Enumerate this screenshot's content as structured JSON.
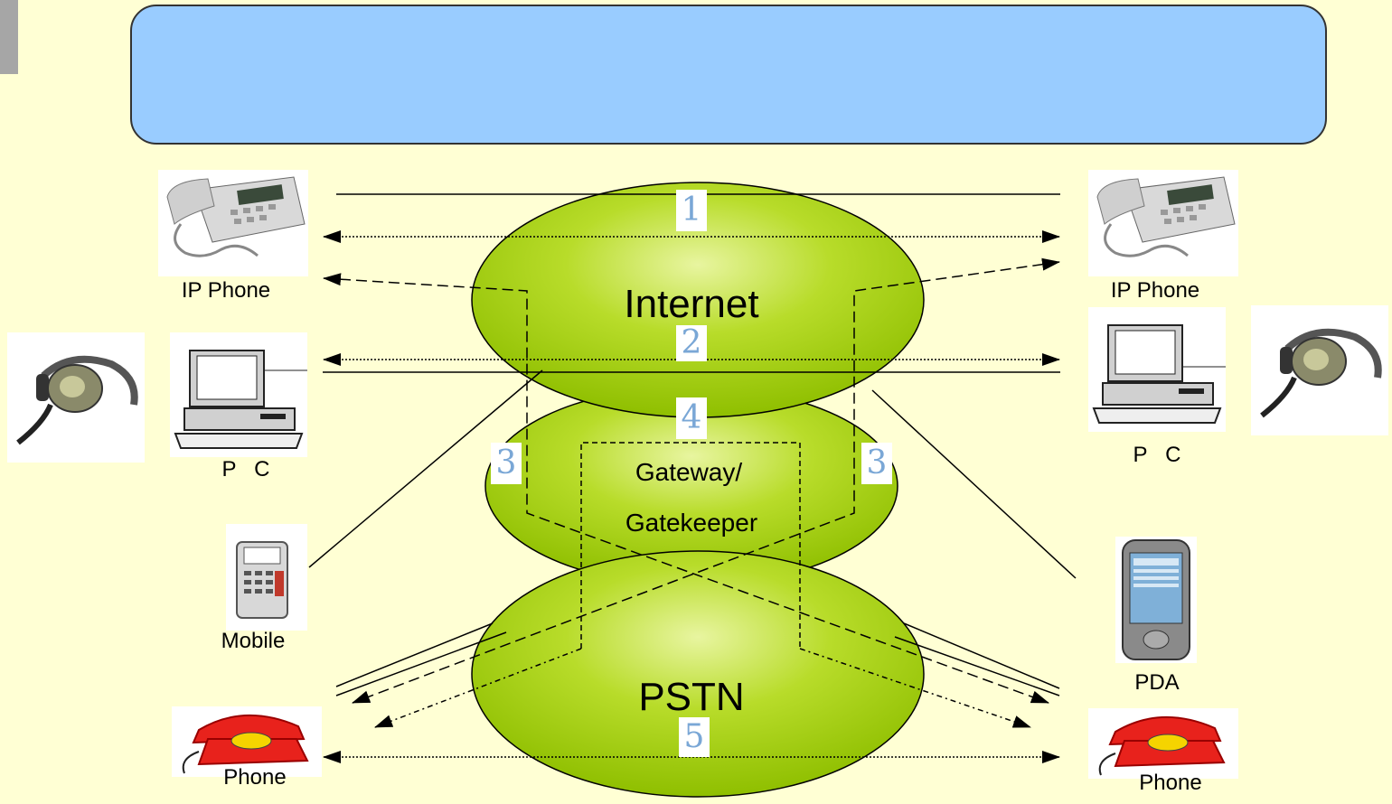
{
  "title_banner": {
    "text": "",
    "color": "#99ccff"
  },
  "clouds": {
    "internet": "Internet",
    "gateway_line1": "Gateway/",
    "gateway_line2": "Gatekeeper",
    "pstn": "PSTN",
    "fill_color": "#99cc00"
  },
  "devices": {
    "ip_phone_left": "IP Phone",
    "ip_phone_right": "IP Phone",
    "pc_left": "P   C",
    "pc_right": "P   C",
    "mobile": "Mobile",
    "pda": "PDA",
    "phone_left": "Phone",
    "phone_right": "Phone"
  },
  "numbers": {
    "n1": "1",
    "n2": "2",
    "n3_left": "3",
    "n3_right": "3",
    "n4": "4",
    "n5": "5"
  },
  "icons": [
    "ip-phone-icon",
    "pc-icon",
    "headset-icon",
    "mobile-phone-icon",
    "pda-icon",
    "red-telephone-icon"
  ]
}
